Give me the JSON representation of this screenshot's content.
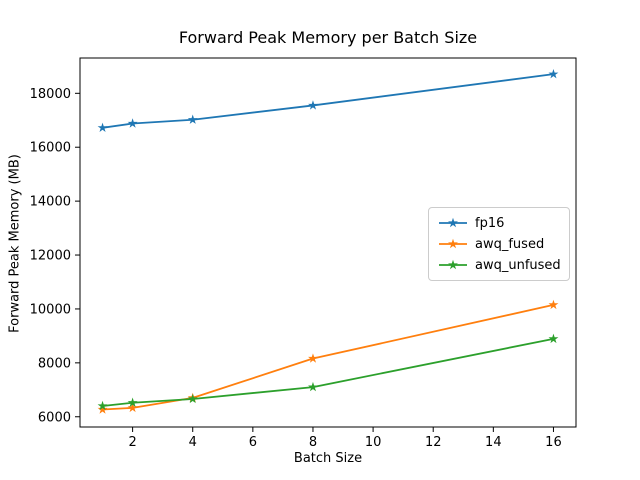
{
  "chart_data": {
    "type": "line",
    "title": "Forward Peak Memory per Batch Size",
    "xlabel": "Batch Size",
    "ylabel": "Forward Peak Memory (MB)",
    "x": [
      1,
      2,
      4,
      8,
      16
    ],
    "series": [
      {
        "name": "fp16",
        "color": "#1f77b4",
        "values": [
          16720,
          16880,
          17020,
          17550,
          18710
        ]
      },
      {
        "name": "awq_fused",
        "color": "#ff7f0e",
        "values": [
          6270,
          6330,
          6700,
          8160,
          10150
        ]
      },
      {
        "name": "awq_unfused",
        "color": "#2ca02c",
        "values": [
          6400,
          6520,
          6660,
          7100,
          8890
        ]
      }
    ],
    "marker": "star",
    "x_ticks": [
      2,
      4,
      6,
      8,
      10,
      12,
      14,
      16
    ],
    "y_ticks": [
      6000,
      8000,
      10000,
      12000,
      14000,
      16000,
      18000
    ],
    "xlim": [
      0.25,
      16.75
    ],
    "ylim": [
      5620,
      19310
    ],
    "grid": false,
    "legend_position": "center right",
    "axis_color": "#000000",
    "background_color": "#ffffff"
  }
}
